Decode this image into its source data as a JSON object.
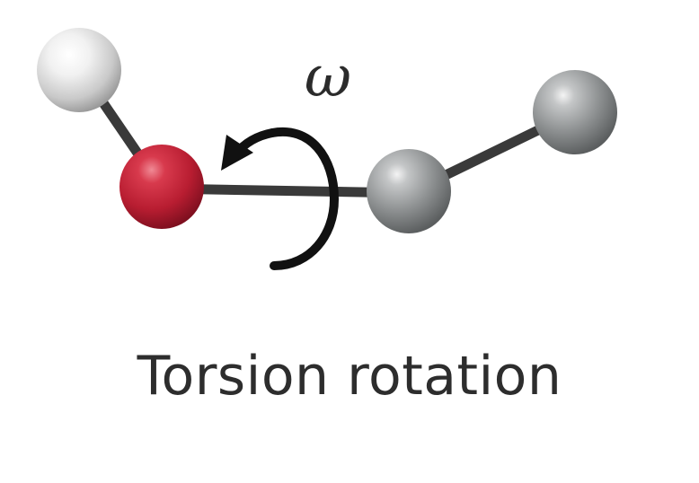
{
  "diagram": {
    "rotation_symbol": "ω",
    "caption": "Torsion rotation"
  },
  "atoms": [
    {
      "name": "hydrogen-atom",
      "color": "#e8e8e8"
    },
    {
      "name": "oxygen-atom",
      "color": "#c8263a"
    },
    {
      "name": "carbon-atom-center",
      "color": "#8e9192"
    },
    {
      "name": "carbon-atom-end",
      "color": "#8e9192"
    }
  ],
  "colors": {
    "bond": "#3a3a3a",
    "arrow": "#111111",
    "text": "#2d2d2d"
  }
}
